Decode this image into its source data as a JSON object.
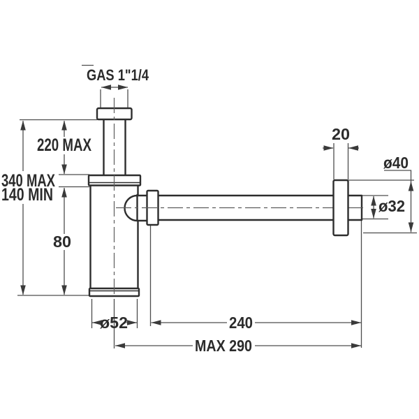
{
  "drawing": {
    "kind": "siphon bottle trap dimensional drawing",
    "colors": {
      "background": "#ffffff",
      "outline": "#2d2d2d",
      "dimension_lines": "#4d4d4d",
      "text": "#2b2b2b"
    },
    "labels": {
      "thread": "GAS 1\"1/4",
      "inlet_height": "220 MAX",
      "total_max": "340 MAX",
      "total_min": "140 MIN",
      "cup_height": "80",
      "cup_diameter": "ø52",
      "rosette_depth": "20",
      "rosette_diameter": "ø40",
      "tube_diameter": "ø32",
      "tube_length": "240",
      "max_reach": "MAX 290"
    }
  }
}
